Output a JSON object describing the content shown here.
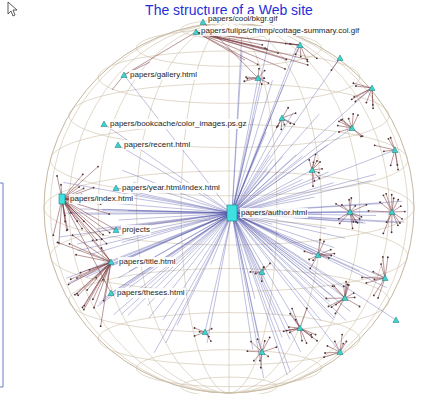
{
  "diagram": {
    "title": "The structure of a Web site",
    "labels": [
      "papers/cool/bkgr.gif",
      "papers/tulips/cfhtmp/cottage-summary.col.gif",
      "papers/gallery.html",
      "papers/bookcache/color_images.ps.gz",
      "papers/recent.html",
      "papers/year.html/index.html",
      "papers/index.html",
      "papers/author.html",
      "projects",
      "papers/title.html",
      "papers/theses.html"
    ]
  }
}
